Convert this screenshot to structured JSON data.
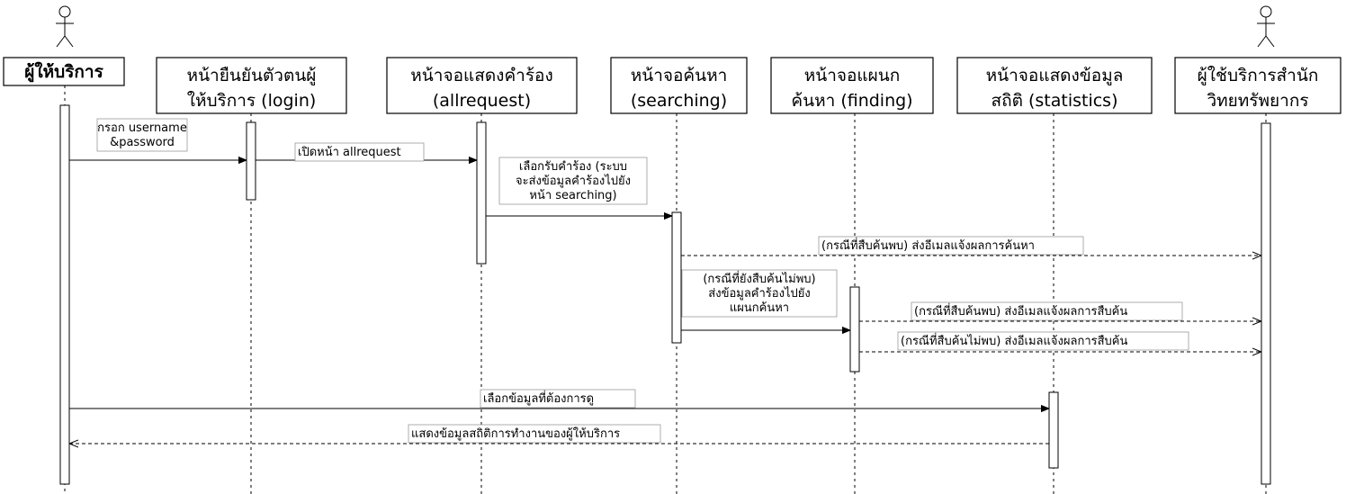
{
  "participants": [
    {
      "id": "provider",
      "line1": "ผู้ให้บริการ",
      "line2": "",
      "actor": true
    },
    {
      "id": "login",
      "line1": "หน้ายืนยันตัวตนผู้",
      "line2": "ให้บริการ (login)",
      "actor": false
    },
    {
      "id": "allrequest",
      "line1": "หน้าจอแสดงคำร้อง",
      "line2": "(allrequest)",
      "actor": false
    },
    {
      "id": "searching",
      "line1": "หน้าจอค้นหา",
      "line2": "(searching)",
      "actor": false
    },
    {
      "id": "finding",
      "line1": "หน้าจอแผนก",
      "line2": "ค้นหา (finding)",
      "actor": false
    },
    {
      "id": "statistics",
      "line1": "หน้าจอแสดงข้อมูล",
      "line2": "สถิติ (statistics)",
      "actor": false
    },
    {
      "id": "library",
      "line1": "ผู้ใช้บริการสำนัก",
      "line2": "วิทยทรัพยากร",
      "actor": true
    }
  ],
  "messages": [
    {
      "id": "m1",
      "lines": [
        "กรอก username",
        "&password"
      ],
      "style": "solid"
    },
    {
      "id": "m2",
      "lines": [
        "เปิดหน้า allrequest"
      ],
      "style": "solid"
    },
    {
      "id": "m3",
      "lines": [
        "เลือกรับคำร้อง (ระบบ",
        "จะส่งข้อมูลคำร้องไปยัง",
        "หน้า searching)"
      ],
      "style": "solid"
    },
    {
      "id": "m4",
      "lines": [
        "(กรณีที่สืบค้นพบ) ส่งอีเมลแจ้งผลการค้นหา"
      ],
      "style": "dashed"
    },
    {
      "id": "m5",
      "lines": [
        "(กรณีที่ยังสืบค้นไม่พบ)",
        "ส่งข้อมูลคำร้องไปยัง",
        "แผนกค้นหา"
      ],
      "style": "solid"
    },
    {
      "id": "m6",
      "lines": [
        "(กรณีที่สืบค้นพบ) ส่งอีเมลแจ้งผลการสืบค้น"
      ],
      "style": "dashed"
    },
    {
      "id": "m7",
      "lines": [
        "(กรณีที่สืบค้นไม่พบ) ส่งอีเมลแจ้งผลการสืบค้น"
      ],
      "style": "dashed"
    },
    {
      "id": "m8",
      "lines": [
        "เลือกข้อมูลที่ต้องการดู"
      ],
      "style": "solid"
    },
    {
      "id": "m9",
      "lines": [
        "แสดงข้อมูลสถิติการทำงานของผู้ให้บริการ"
      ],
      "style": "dashed"
    }
  ]
}
